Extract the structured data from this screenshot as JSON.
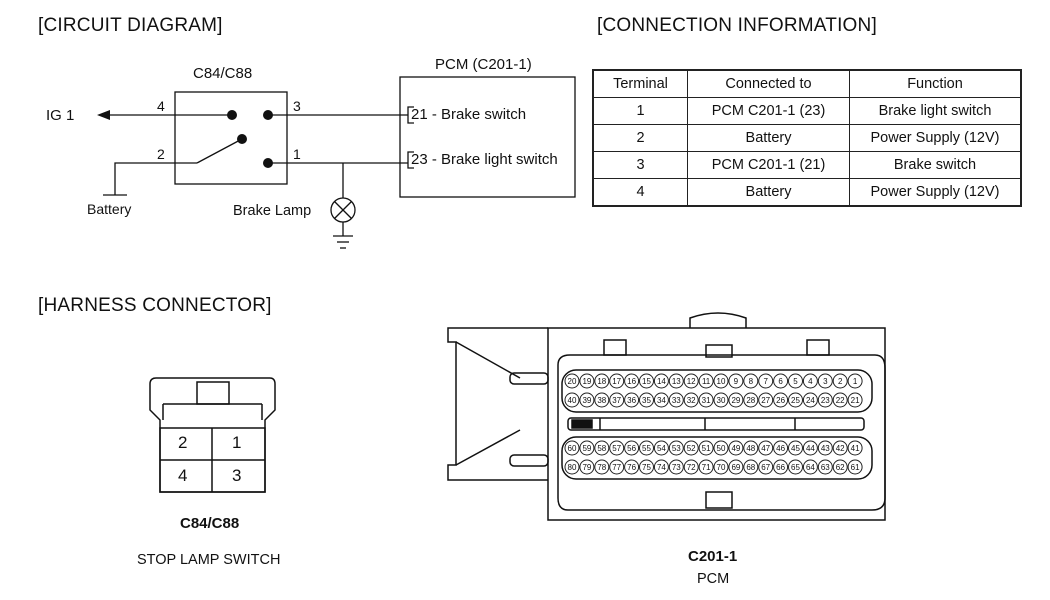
{
  "sections": {
    "circuit": "[CIRCUIT DIAGRAM]",
    "connection": "[CONNECTION INFORMATION]",
    "harness": "[HARNESS CONNECTOR]"
  },
  "circuit": {
    "switch_label": "C84/C88",
    "pcm_label": "PCM (C201-1)",
    "ig1": "IG 1",
    "battery": "Battery",
    "brake_lamp": "Brake Lamp",
    "pin4": "4",
    "pin3": "3",
    "pin2": "2",
    "pin1": "1",
    "pcm_pin21": "21 - Brake switch",
    "pcm_pin23": "23 - Brake light switch"
  },
  "table": {
    "headers": [
      "Terminal",
      "Connected to",
      "Function"
    ],
    "rows": [
      [
        "1",
        "PCM C201-1 (23)",
        "Brake light switch"
      ],
      [
        "2",
        "Battery",
        "Power Supply (12V)"
      ],
      [
        "3",
        "PCM C201-1 (21)",
        "Brake switch"
      ],
      [
        "4",
        "Battery",
        "Power Supply (12V)"
      ]
    ]
  },
  "harness": {
    "switch_pins": [
      "2",
      "1",
      "4",
      "3"
    ],
    "switch_name": "C84/C88",
    "switch_desc": "STOP LAMP SWITCH",
    "pcm_name": "C201-1",
    "pcm_desc": "PCM",
    "pcm_rows": [
      [
        "20",
        "19",
        "18",
        "17",
        "16",
        "15",
        "14",
        "13",
        "12",
        "11",
        "10",
        "9",
        "8",
        "7",
        "6",
        "5",
        "4",
        "3",
        "2",
        "1"
      ],
      [
        "40",
        "39",
        "38",
        "37",
        "36",
        "35",
        "34",
        "33",
        "32",
        "31",
        "30",
        "29",
        "28",
        "27",
        "26",
        "25",
        "24",
        "23",
        "22",
        "21"
      ],
      [
        "60",
        "59",
        "58",
        "57",
        "56",
        "55",
        "54",
        "53",
        "52",
        "51",
        "50",
        "49",
        "48",
        "47",
        "46",
        "45",
        "44",
        "43",
        "42",
        "41"
      ],
      [
        "80",
        "79",
        "78",
        "77",
        "76",
        "75",
        "74",
        "73",
        "72",
        "71",
        "70",
        "69",
        "68",
        "67",
        "66",
        "65",
        "64",
        "63",
        "62",
        "61"
      ]
    ]
  }
}
